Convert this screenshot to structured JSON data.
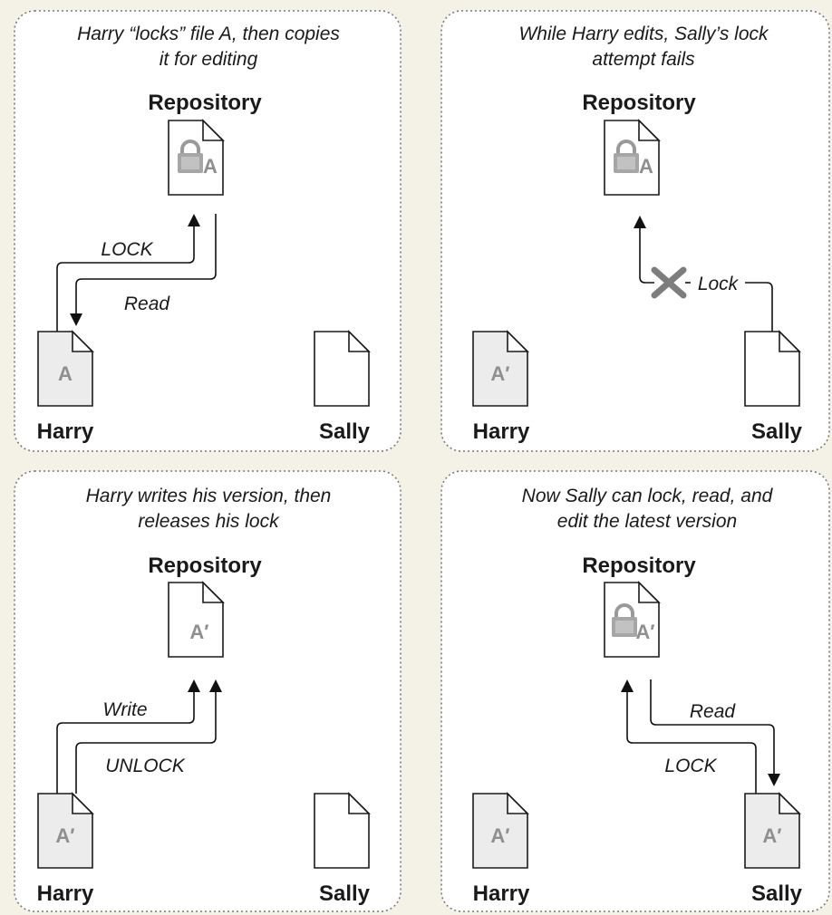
{
  "panels": [
    {
      "caption_line1": "Harry “locks” file A, then copies",
      "caption_line2": "it for editing",
      "repository_label": "Repository",
      "repository_file": "A",
      "repository_locked": true,
      "harry_label": "Harry",
      "harry_file": "A",
      "sally_label": "Sally",
      "sally_file": "",
      "arrows": [
        {
          "label": "LOCK",
          "direction": "Harry to Repository"
        },
        {
          "label": "Read",
          "direction": "Repository to Harry"
        }
      ]
    },
    {
      "caption_line1": "While Harry edits, Sally’s lock",
      "caption_line2": "attempt fails",
      "repository_label": "Repository",
      "repository_file": "A",
      "repository_locked": true,
      "harry_label": "Harry",
      "harry_file": "A′",
      "sally_label": "Sally",
      "sally_file": "",
      "arrows": [
        {
          "label": "Lock",
          "direction": "Sally to Repository",
          "blocked": true
        }
      ]
    },
    {
      "caption_line1": "Harry writes his version, then",
      "caption_line2": "releases his lock",
      "repository_label": "Repository",
      "repository_file": "A′",
      "repository_locked": false,
      "harry_label": "Harry",
      "harry_file": "A′",
      "sally_label": "Sally",
      "sally_file": "",
      "arrows": [
        {
          "label": "Write",
          "direction": "Harry to Repository"
        },
        {
          "label": "UNLOCK",
          "direction": "Harry to Repository"
        }
      ]
    },
    {
      "caption_line1": "Now Sally can lock, read, and",
      "caption_line2": "edit the latest version",
      "repository_label": "Repository",
      "repository_file": "A′",
      "repository_locked": true,
      "harry_label": "Harry",
      "harry_file": "A′",
      "sally_label": "Sally",
      "sally_file": "A′",
      "arrows": [
        {
          "label": "Read",
          "direction": "Repository to Sally"
        },
        {
          "label": "LOCK",
          "direction": "Sally to Repository"
        }
      ]
    }
  ],
  "icons": {
    "lock": "padlock-icon",
    "blocked": "x-mark-icon"
  }
}
